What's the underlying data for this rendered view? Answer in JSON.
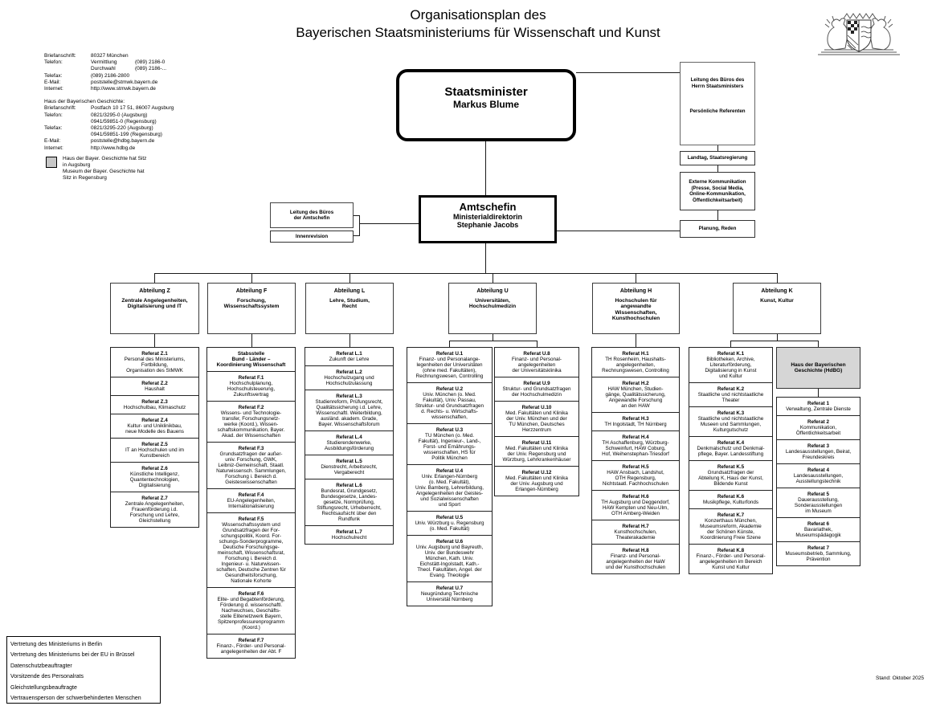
{
  "title": {
    "line1": "Organisationsplan des",
    "line2": "Bayerischen Staatsministeriums für Wissenschaft und Kunst"
  },
  "stand": "Stand: Oktober 2025",
  "colors": {
    "hdbg_fill": "#d6d6d6",
    "legend_fill": "#c8c8c8"
  },
  "contact": {
    "ministry_rows": [
      {
        "label": "Briefanschrift:",
        "c1": "80327 München",
        "c2": ""
      },
      {
        "label": "Telefon:",
        "c1": "Vermittlung",
        "c2": "(089) 2186-0"
      },
      {
        "label": "",
        "c1": "Durchwahl",
        "c2": "(089) 2186-..."
      },
      {
        "label": "Telefax:",
        "c1": "(089) 2186-2800",
        "c2": ""
      },
      {
        "label": "E-Mail:",
        "c1": "poststelle@stmwk.bayern.de",
        "c2": ""
      },
      {
        "label": "Internet:",
        "c1": "http://www.stmwk.bayern.de",
        "c2": ""
      }
    ],
    "hdbg_heading": "Haus der Bayerischen Geschichte:",
    "hdbg_rows": [
      {
        "label": "Briefanschrift:",
        "c1": "Postfach 10 17 51, 86007 Augsburg",
        "c2": ""
      },
      {
        "label": "Telefon:",
        "c1": "0821/3295-0 (Augsburg)",
        "c2": ""
      },
      {
        "label": "",
        "c1": "0941/59851-0 (Regensburg)",
        "c2": ""
      },
      {
        "label": "Telefax:",
        "c1": "0821/3295-220 (Augsburg)",
        "c2": ""
      },
      {
        "label": "",
        "c1": "0941/59851-199 (Regensburg)",
        "c2": ""
      },
      {
        "label": "E-Mail:",
        "c1": "poststelle@hdbg.bayern.de",
        "c2": ""
      },
      {
        "label": "Internet:",
        "c1": "http://www.hdbg.de",
        "c2": ""
      }
    ],
    "legend_text": "Haus der Bayer. Geschichte hat Sitz\nin Augsburg\nMuseum der Bayer. Geschichte hat\nSitz in Regensburg"
  },
  "minister": {
    "title": "Staatsminister",
    "name": "Markus Blume"
  },
  "minister_office": {
    "top": "Leitung des Büros des\nHerrn Staatsministers",
    "bottom": "Persönliche Referenten"
  },
  "landtag": "Landtag, Staatsregierung",
  "kommunikation": "Externe Kommunikation\n(Presse, Social Media,\nOnline-Kommunikation,\nÖffentlichkeitsarbeit)",
  "planung": "Planung, Reden",
  "amtschefin": {
    "title": "Amtschefin",
    "role": "Ministerialdirektorin",
    "name": "Stephanie Jacobs"
  },
  "amtschefin_office": "Leitung des Büros\nder Amtschefin",
  "innenrevision": "Innenrevision",
  "representatives": [
    "Vertretung des Ministeriums in Berlin",
    "Vertretung des Ministeriums bei der EU in Brüssel",
    "Datenschutzbeauftragter",
    "Vorsitzende des Personalrats",
    "Gleichstellungsbeauftragte",
    "Vertrauensperson der schwerbehinderten Menschen"
  ],
  "departments": {
    "z": {
      "code": "Abteilung Z",
      "name": "Zentrale Angelegenheiten,\nDigitalisierung und IT",
      "units": [
        {
          "title": "Referat Z.1",
          "desc": "Personal des Ministeriums,\nFortbildung,\nOrganisation des StMWK"
        },
        {
          "title": "Referat Z.2",
          "desc": "Haushalt"
        },
        {
          "title": "Referat Z.3",
          "desc": "Hochschulbau, Klimaschutz"
        },
        {
          "title": "Referat Z.4",
          "desc": "Kultur- und Uniklinikbau,\nneue Modelle des Bauens"
        },
        {
          "title": "Referat Z.5",
          "desc": "IT an Hochschulen und im\nKunstbereich"
        },
        {
          "title": "Referat Z.6",
          "desc": "Künstliche Intelligenz,\nQuantentechnologien,\nDigitalisierung"
        },
        {
          "title": "Referat Z.7",
          "desc": "Zentrale Angelegenheiten,\nFrauenförderung i.d.\nForschung und Lehre,\nGleichstellung"
        }
      ]
    },
    "f": {
      "code": "Abteilung F",
      "name": "Forschung,\nWissenschaftssystem",
      "units": [
        {
          "title": "Stabsstelle\nBund - Länder –\nKoordinierung Wissenschaft",
          "desc": ""
        },
        {
          "title": "Referat F.1",
          "desc": "Hochschulplanung,\nHochschulsteuerung,\nZukunftsvertrag"
        },
        {
          "title": "Referat F.2",
          "desc": "Wissens- und Technologie-\ntransfer, Forschungsnetz-\nwerke (Koord.), Wissen-\nschaftskommunikation, Bayer.\nAkad. der Wissenschaften"
        },
        {
          "title": "Referat F.3",
          "desc": "Grundsatzfragen der außer-\nuniv. Forschung, GWK,\nLeibniz-Gemeinschaft, Staatl.\nNaturwissensch. Sammlungen,\nForschung i. Bereich d.\nGeisteswissenschaften"
        },
        {
          "title": "Referat F.4",
          "desc": "EU-Angelegenheiten,\nInternationalisierung"
        },
        {
          "title": "Referat F.5",
          "desc": "Wissenschaftssystem und\nGrundsatzfragen der For-\nschungspolitik, Koord. For-\nschungs-Sonderprogramme,\nDeutsche Forschungsge-\nmeinschaft, Wissenschaftsrat,\nForschung i. Bereich d.\nIngenieur- u. Naturwissen-\nschaften, Deutsche Zentren für\nGesundheitsforschung,\nNationale Kohorte"
        },
        {
          "title": "Referat F.6",
          "desc": "Elite- und Begabtenförderung,\nFörderung d. wissenschaftl.\nNachwuchses, Geschäfts-\nstelle Elitenetzwerk Bayern,\nSpitzenprofessurenprogramm\n(Koord.)"
        },
        {
          "title": "Referat F.7",
          "desc": "Finanz-, Förder- und Personal-\nangelegenheiten der Abt. F"
        }
      ]
    },
    "l": {
      "code": "Abteilung L",
      "name": "Lehre, Studium,\nRecht",
      "units": [
        {
          "title": "Referat L.1",
          "desc": "Zukunft der Lehre"
        },
        {
          "title": "Referat L.2",
          "desc": "Hochschulzugang und\nHochschulzulassung"
        },
        {
          "title": "Referat L.3",
          "desc": "Studienreform, Prüfungsrecht,\nQualitätssicherung i.d. Lehre,\nWissenschaftl. Weiterbildung,\nausländ. akadem. Grade,\nBayer. Wissenschaftsforum"
        },
        {
          "title": "Referat L.4",
          "desc": "Studierendenwerke,\nAusbildungsförderung"
        },
        {
          "title": "Referat L.5",
          "desc": "Dienstrecht, Arbeitsrecht,\nVergaberecht"
        },
        {
          "title": "Referat L.6",
          "desc": "Bundesrat, Grundgesetz,\nBundesgesetze, Landes-\ngesetze, Normprüfung,\nStiftungsrecht, Urheberrecht,\nRechtsaufsicht über den\nRundfunk"
        },
        {
          "title": "Referat L.7",
          "desc": "Hochschulrecht"
        }
      ]
    },
    "u": {
      "code": "Abteilung U",
      "name": "Universitäten,\nHochschulmedizin",
      "units_left": [
        {
          "title": "Referat U.1",
          "desc": "Finanz- und Personalange-\nlegenheiten der Universitäten\n(ohne med. Fakultäten),\nRechnungswesen, Controlling"
        },
        {
          "title": "Referat U.2",
          "desc": "Univ. München (o. Med.\nFakultät), Univ. Passau,\nStruktur- und Grundsatzfragen\nd. Rechts- u. Wirtschafts-\nwissenschaften,"
        },
        {
          "title": "Referat U.3",
          "desc": "TU München (o. Med.\nFakultät), Ingenieur-, Land-,\nForst- und Ernährungs-\nwissenschaften, HS für\nPolitik München"
        },
        {
          "title": "Referat U.4",
          "desc": "Univ. Erlangen-Nürnberg\n(o. Med. Fakultät),\nUniv. Bamberg, Lehrerbildung,\nAngelegenheiten der Geistes-\nund Sozialwissenschaften\nund Sport"
        },
        {
          "title": "Referat U.5",
          "desc": "Univ. Würzburg u. Regensburg\n(o. Med. Fakultät)"
        },
        {
          "title": "Referat U.6",
          "desc": "Univ. Augsburg und Bayreuth,\nUniv. der Bundeswehr\nMünchen, Kath. Univ.\nEichstätt-Ingolstadt, Kath.-\nTheol. Fakultäten, Angel. der\nEvang. Theologie"
        },
        {
          "title": "Referat U.7",
          "desc": "Neugründung Technische\nUniversität Nürnberg"
        }
      ],
      "units_right": [
        {
          "title": "Referat U.8",
          "desc": "Finanz- und Personal-\nangelegenheiten\nder Universitätsklinika"
        },
        {
          "title": "Referat U.9",
          "desc": "Struktur- und Grundsatzfragen\nder Hochschulmedizin"
        },
        {
          "title": "Referat U.10",
          "desc": "Med. Fakultäten und Klinika\nder Univ. München und der\nTU München, Deutsches\nHerzzentrum"
        },
        {
          "title": "Referat U.11",
          "desc": "Med. Fakultäten und Klinika\nder Univ. Regensburg und\nWürzburg, Lehrkrankenhäuser"
        },
        {
          "title": "Referat U.12",
          "desc": "Med. Fakultäten und Klinika\nder Univ. Augsburg und\nErlangen-Nürnberg"
        }
      ]
    },
    "h": {
      "code": "Abteilung H",
      "name": "Hochschulen für\nangewandte\nWissenschaften,\nKunsthochschulen",
      "units": [
        {
          "title": "Referat H.1",
          "desc": "TH Rosenheim, Haushalts-\nangelegenheiten,\nRechnungswesen, Controlling"
        },
        {
          "title": "Referat H.2",
          "desc": "HAW München, Studien-\ngänge, Qualitätssicherung,\nAngewandte Forschung\nan den HAW"
        },
        {
          "title": "Referat H.3",
          "desc": "TH Ingolstadt, TH Nürnberg"
        },
        {
          "title": "Referat H.4",
          "desc": "TH Aschaffenburg, Würzburg-\nSchweinfurt, HAW Coburg,\nHof, Weihenstephan-Triesdorf"
        },
        {
          "title": "Referat H.5",
          "desc": "HAW Ansbach, Landshut,\nOTH Regensburg,\nNichtstaatl. Fachhochschulen"
        },
        {
          "title": "Referat H.6",
          "desc": "TH Augsburg und Deggendorf,\nHAW Kempten und Neu-Ulm,\nOTH Amberg-Weiden"
        },
        {
          "title": "Referat H.7",
          "desc": "Kunsthochschulen,\nTheaterakademie"
        },
        {
          "title": "Referat H.8",
          "desc": "Finanz- und Personal-\nangelegenheiten der HaW\nund der Kunsthochschulen"
        }
      ]
    },
    "k": {
      "code": "Abteilung K",
      "name": "Kunst, Kultur",
      "units": [
        {
          "title": "Referat K.1",
          "desc": "Bibliotheken, Archive,\nLiteraturförderung,\nDigitalisierung in Kunst\nund Kultur"
        },
        {
          "title": "Referat K.2",
          "desc": "Staatliche und nichtstaatliche\nTheater"
        },
        {
          "title": "Referat K.3",
          "desc": "Staatliche und nichtstaatliche\nMuseen und Sammlungen,\nKulturgutschutz"
        },
        {
          "title": "Referat K.4",
          "desc": "Denkmalschutz und Denkmal-\npflege, Bayer. Landesstiftung"
        },
        {
          "title": "Referat K.5",
          "desc": "Grundsatzfragen der\nAbteilung K, Haus der Kunst,\nBildende Kunst"
        },
        {
          "title": "Referat K.6",
          "desc": "Musikpflege, Kulturfonds"
        },
        {
          "title": "Referat K.7",
          "desc": "Konzerthaus München,\nMuseumsreform, Akademie\nder Schönen Künste,\nKoordinierung Freie Szene"
        },
        {
          "title": "Referat K.8",
          "desc": "Finanz-, Förder- und Personal-\nangelegenheiten im Bereich\nKunst und Kultur"
        }
      ]
    },
    "hdbg": {
      "header": "Haus der Bayerischen\nGeschichte (HdBG)",
      "units": [
        {
          "title": "Referat 1",
          "desc": "Verwaltung, Zentrale Dienste"
        },
        {
          "title": "Referat 2",
          "desc": "Kommunikation,\nÖffentlichkeitsarbeit"
        },
        {
          "title": "Referat 3",
          "desc": "Landesausstellungen, Beirat,\nFreundeskreis"
        },
        {
          "title": "Referat 4",
          "desc": "Landesausstellungen,\nAusstellungstechnik"
        },
        {
          "title": "Referat 5",
          "desc": "Dauerausstellung,\nSonderausstellungen\nim Museum"
        },
        {
          "title": "Referat 6",
          "desc": "Bavariathek,\nMuseumspädagogik"
        },
        {
          "title": "Referat 7",
          "desc": "Museumsbetrieb, Sammlung,\nPrävention"
        }
      ]
    }
  }
}
